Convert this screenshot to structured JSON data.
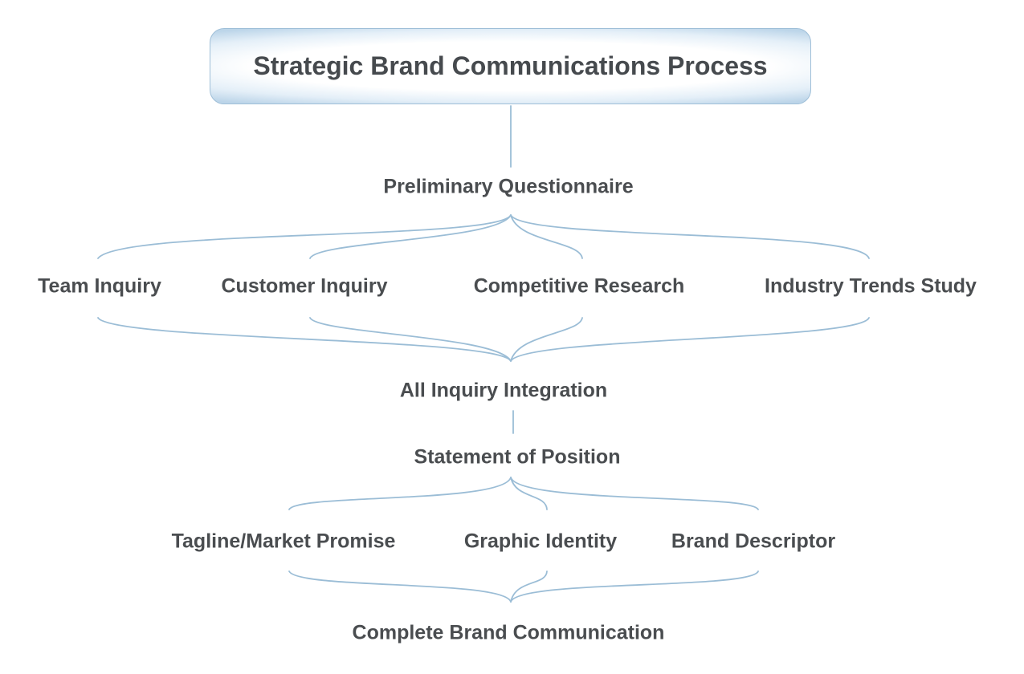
{
  "title": "Strategic Brand Communications Process",
  "nodes": {
    "preliminary": "Preliminary Questionnaire",
    "team_inquiry": "Team Inquiry",
    "customer_inquiry": "Customer Inquiry",
    "competitive_research": "Competitive Research",
    "industry_trends": "Industry Trends Study",
    "integration": "All Inquiry Integration",
    "position": "Statement of Position",
    "tagline": "Tagline/Market Promise",
    "graphic_identity": "Graphic Identity",
    "brand_descriptor": "Brand Descriptor",
    "complete": "Complete Brand Communication"
  },
  "colors": {
    "connector": "#9bbdd6",
    "text": "#4a4d50",
    "title_border": "#9fbfd8"
  }
}
